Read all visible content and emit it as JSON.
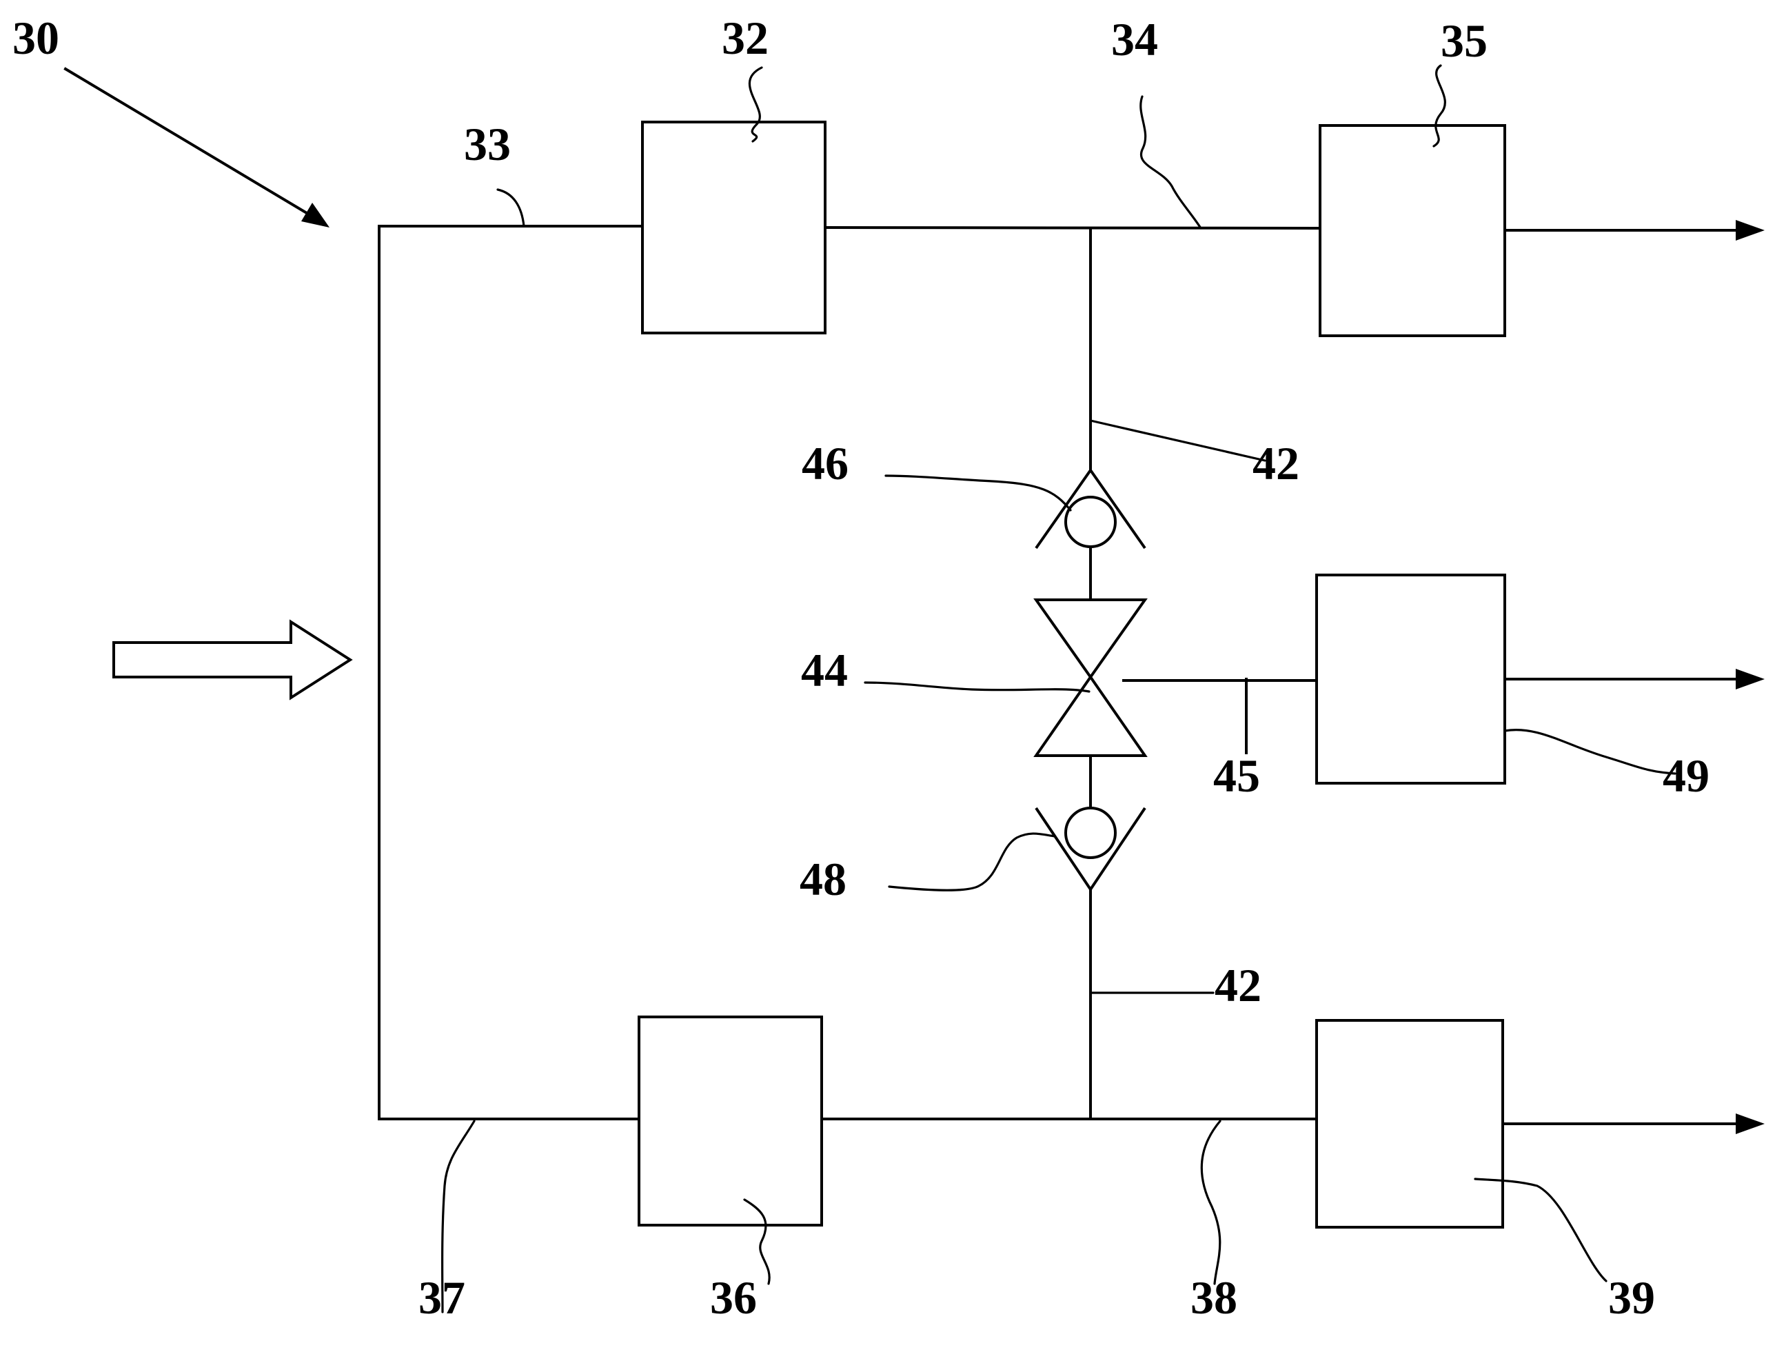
{
  "figure": {
    "ref_labels": {
      "system": "30",
      "box_32": "32",
      "line_33": "33",
      "line_34": "34",
      "box_35": "35",
      "box_36": "36",
      "line_37": "37",
      "line_38": "38",
      "box_39": "39",
      "conduit_upper": "42",
      "conduit_lower": "42",
      "valve_44": "44",
      "line_45": "45",
      "check_valve_46": "46",
      "check_valve_48": "48",
      "box_49": "49"
    }
  }
}
